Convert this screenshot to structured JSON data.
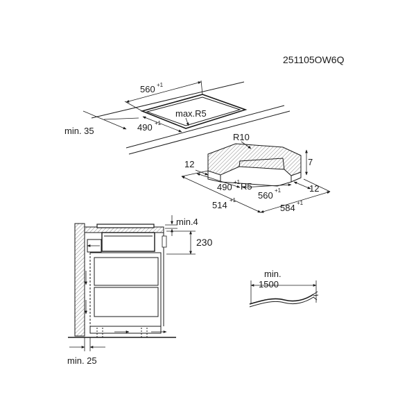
{
  "diagram": {
    "code": "251105OW6Q",
    "cutout": {
      "width": "560",
      "width_tol": "+1",
      "depth": "490",
      "depth_tol": "+1",
      "min_front": "min. 35",
      "corner_radius": "max.R5"
    },
    "frame": {
      "radius_outer": "R10",
      "radius_inner": "R5",
      "step_left": "12",
      "step_right": "12",
      "step_height": "7",
      "inner_depth": "490",
      "inner_depth_tol": "+1",
      "inner_width": "560",
      "inner_width_tol": "+1",
      "outer_depth": "514",
      "outer_depth_tol": "+1",
      "outer_width": "584",
      "outer_width_tol": "+1"
    },
    "section": {
      "min_gap": "min.4",
      "height": "230",
      "min_bottom": "min. 25"
    },
    "cable": {
      "min_label": "min.",
      "min_value": "1500"
    }
  }
}
